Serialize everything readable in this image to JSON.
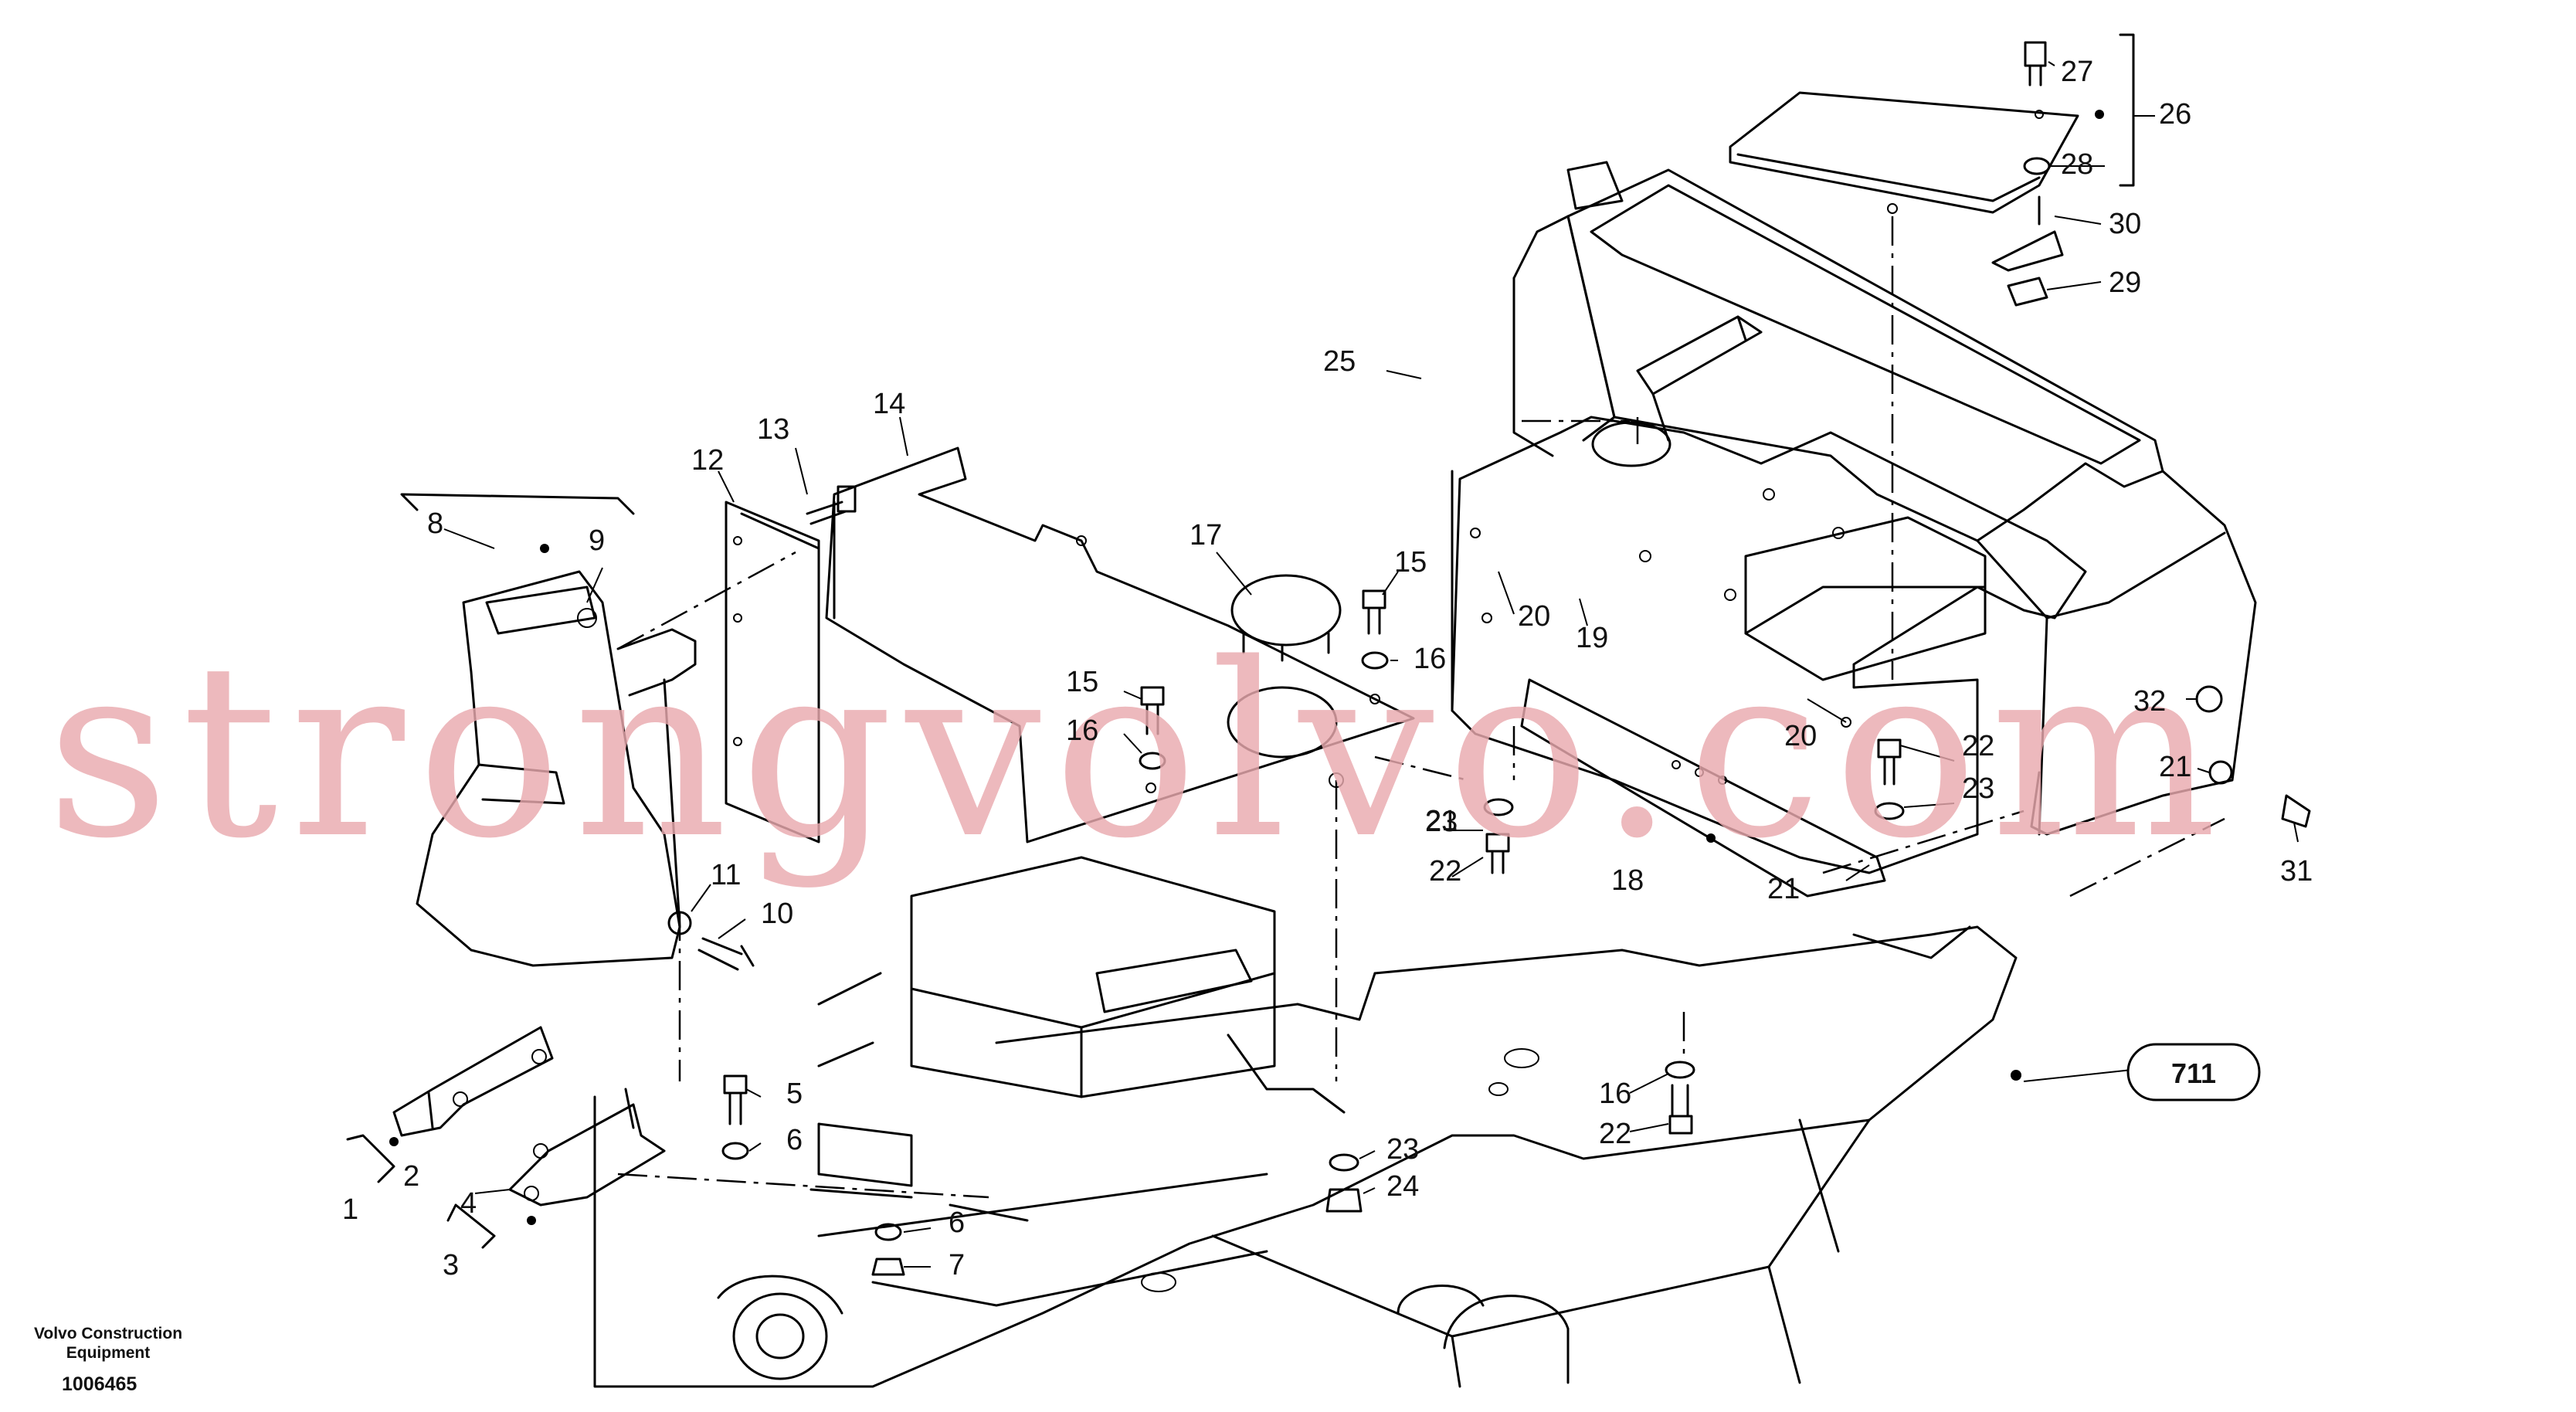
{
  "watermark": "strongvolvo.com",
  "footer": {
    "brand_line1": "Volvo Construction",
    "brand_line2": "Equipment",
    "drawing_number": "1006465"
  },
  "reference_badge": "711",
  "callouts": [
    "1",
    "2",
    "3",
    "4",
    "5",
    "6",
    "6",
    "7",
    "8",
    "9",
    "10",
    "11",
    "12",
    "13",
    "14",
    "15",
    "15",
    "16",
    "16",
    "16",
    "17",
    "18",
    "19",
    "20",
    "20",
    "21",
    "21",
    "21",
    "22",
    "22",
    "22",
    "23",
    "23",
    "23",
    "24",
    "25",
    "26",
    "27",
    "28",
    "29",
    "30",
    "31",
    "32"
  ]
}
